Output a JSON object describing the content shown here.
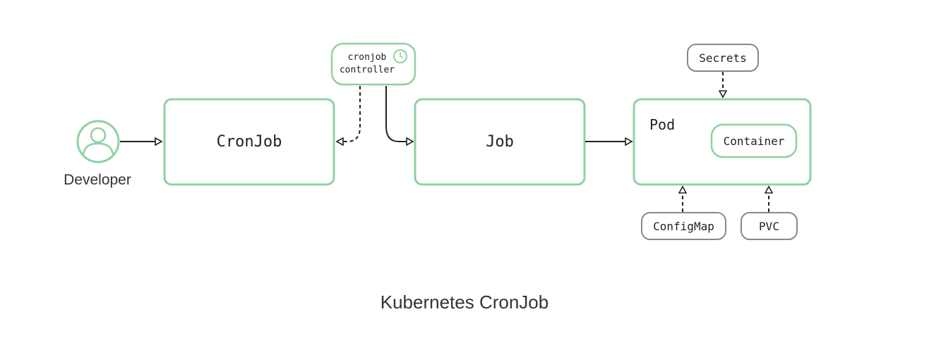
{
  "developer": {
    "label": "Developer"
  },
  "cronjob": {
    "label": "CronJob"
  },
  "controller": {
    "line1": "cronjob",
    "line2": "controller"
  },
  "job": {
    "label": "Job"
  },
  "pod": {
    "label": "Pod",
    "container_label": "Container"
  },
  "secrets": {
    "label": "Secrets"
  },
  "configmap": {
    "label": "ConfigMap"
  },
  "pvc": {
    "label": "PVC"
  },
  "caption": "Kubernetes CronJob",
  "colors": {
    "node_stroke": "#8fd0a4",
    "resource_stroke": "#888888",
    "edge": "#222222"
  }
}
